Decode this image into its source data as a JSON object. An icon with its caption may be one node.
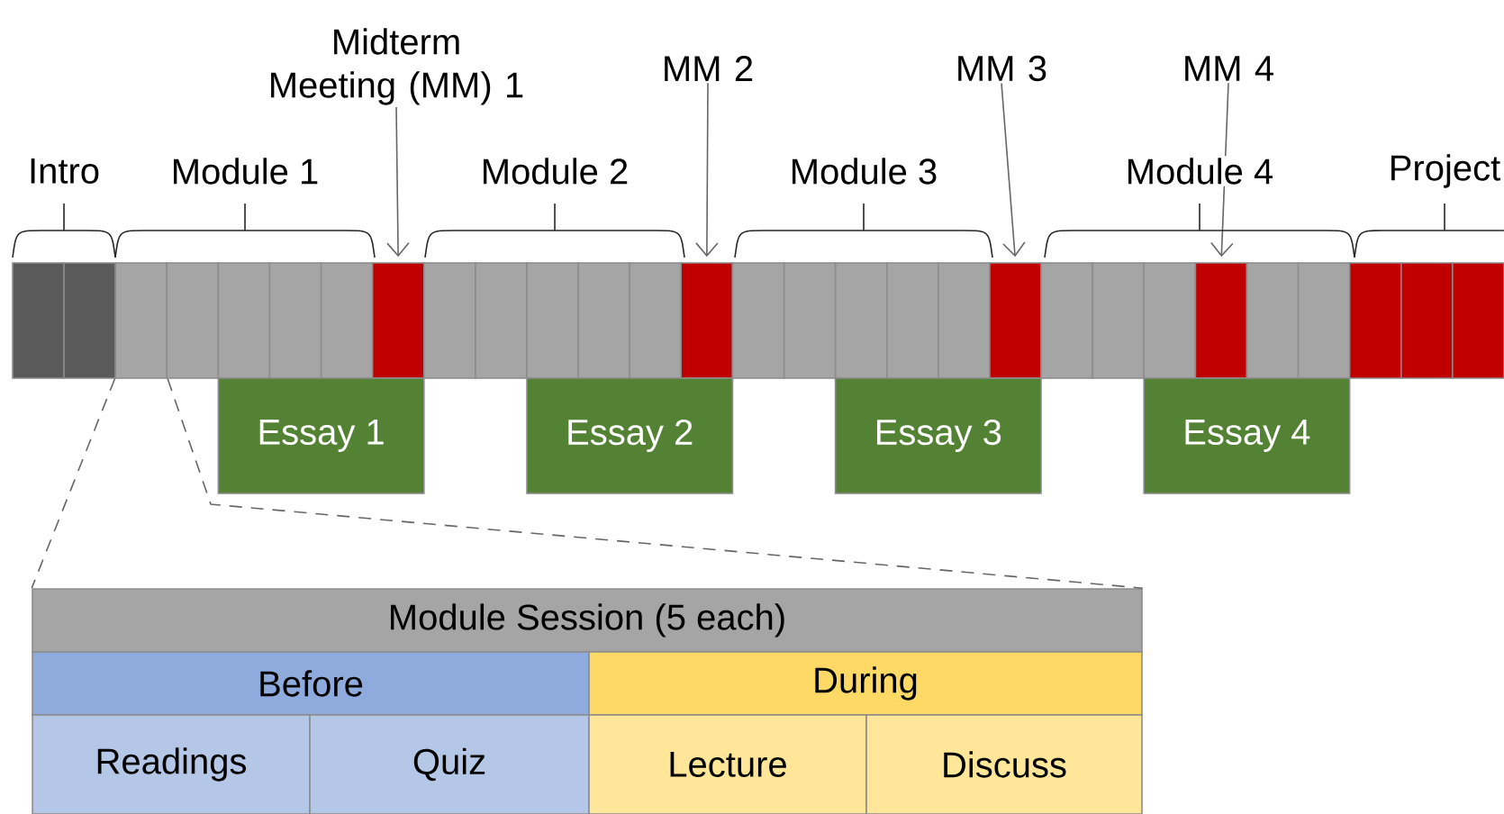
{
  "diagram": {
    "nodes": [
      {
        "text": [
          "Midterm Meeting (MM) 1"
        ]
      },
      {
        "text": [
          "MM 2"
        ]
      },
      {
        "text": [
          "MM 3"
        ]
      },
      {
        "text": [
          "MM 4"
        ]
      },
      {
        "text": [],
        "shape": "box"
      },
      {
        "text": [],
        "shape": "box"
      },
      {
        "text": [],
        "shape": "box"
      },
      {
        "text": [],
        "shape": "box"
      },
      {
        "text": [],
        "shape": "box"
      },
      {
        "text": [],
        "shape": "box"
      },
      {
        "text": [],
        "shape": "box"
      },
      {
        "text": [],
        "shape": "box"
      },
      {
        "text": [],
        "shape": "box"
      },
      {
        "text": [],
        "shape": "box"
      },
      {
        "text": [],
        "shape": "box"
      },
      {
        "text": [],
        "shape": "box"
      },
      {
        "text": [],
        "shape": "box"
      },
      {
        "text": [],
        "shape": "box"
      },
      {
        "text": [],
        "shape": "box"
      },
      {
        "text": [],
        "shape": "box"
      },
      {
        "text": [],
        "shape": "box"
      },
      {
        "text": [],
        "shape": "box"
      },
      {
        "text": [],
        "shape": "box"
      },
      {
        "text": [],
        "shape": "box"
      },
      {
        "text": [],
        "shape": "box"
      },
      {
        "text": [],
        "shape": "box"
      },
      {
        "text": [],
        "shape": "box"
      },
      {
        "text": [],
        "shape": "box"
      },
      {
        "text": [],
        "shape": "box"
      },
      {
        "text": [],
        "shape": "box"
      },
      {
        "text": [],
        "shape": "box"
      },
      {
        "text": [],
        "shape": "box"
      },
      {
        "text": [],
        "shape": "box"
      },
      {
        "text": [
          "Essay 1"
        ]
      },
      {
        "text": [
          "Essay 2"
        ]
      },
      {
        "text": [
          "Essay 3"
        ]
      },
      {
        "text": [
          "Essay 4"
        ]
      },
      {
        "text": [
          "Module Session (5 each)"
        ]
      },
      {
        "text": [
          "Before"
        ]
      },
      {
        "text": [
          "During"
        ]
      },
      {
        "text": [
          "Readings"
        ]
      },
      {
        "text": [
          "Quiz"
        ]
      },
      {
        "text": [
          "Lecture"
        ]
      },
      {
        "text": [
          "Discuss"
        ]
      }
    ],
    "edges": [
      {
        "from": 0,
        "to": 11,
        "arrow": "to"
      },
      {
        "from": 1,
        "to": 17,
        "arrow": "to"
      },
      {
        "from": 2,
        "to": 23,
        "arrow": "to"
      },
      {
        "from": 3,
        "to": 27,
        "arrow": "to"
      },
      {
        "from": 6,
        "to": 37,
        "arrow": "none",
        "style": "dashed"
      },
      {
        "from": 6,
        "to": 37,
        "arrow": "none",
        "style": "dashed"
      }
    ],
    "labels": [
      "Intro",
      "Module 1",
      "Module 2",
      "Module 3",
      "Module 4",
      "Project"
    ]
  }
}
